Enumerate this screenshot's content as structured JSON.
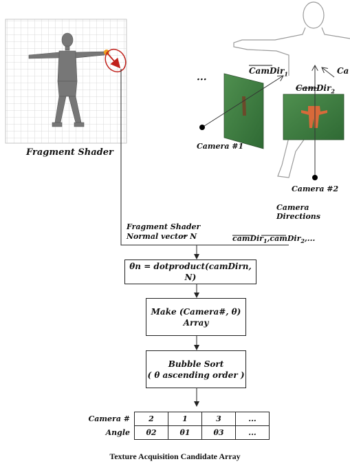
{
  "left_panel": {
    "caption": "Fragment Shader"
  },
  "right_panel": {
    "ellipsis": "···",
    "cam_dir_1": "CamDir",
    "cam_dir_1_sub": "1",
    "cam_dir_2": "CamDir",
    "cam_dir_2_sub": "2",
    "cam_dir_3": "Ca",
    "camera_1": "Camera #1",
    "camera_2": "Camera #2",
    "caption": "Camera Directions"
  },
  "inputs": {
    "shader_label_line1": "Fragment Shader",
    "shader_label_line2": "Normal vector",
    "normal_symbol": "N",
    "cam_dirs": "camDir",
    "cam_dirs_sub1": "1",
    "cam_dirs_sub2": "2",
    "cam_dirs_tail": ",..."
  },
  "flow": {
    "step1": "θn = dotproduct(camDirn, N)",
    "step2_line1": "Make (Camera#, θ)",
    "step2_line2": "Array",
    "step3_line1": "Bubble Sort",
    "step3_line2": "( θ ascending order )"
  },
  "table": {
    "row1_label": "Camera #",
    "row1": [
      "2",
      "1",
      "3",
      "..."
    ],
    "row2_label": "Angle",
    "row2": [
      "θ2",
      "θ1",
      "θ3",
      "..."
    ]
  },
  "caption": "Texture Acquisition Candidate Array"
}
